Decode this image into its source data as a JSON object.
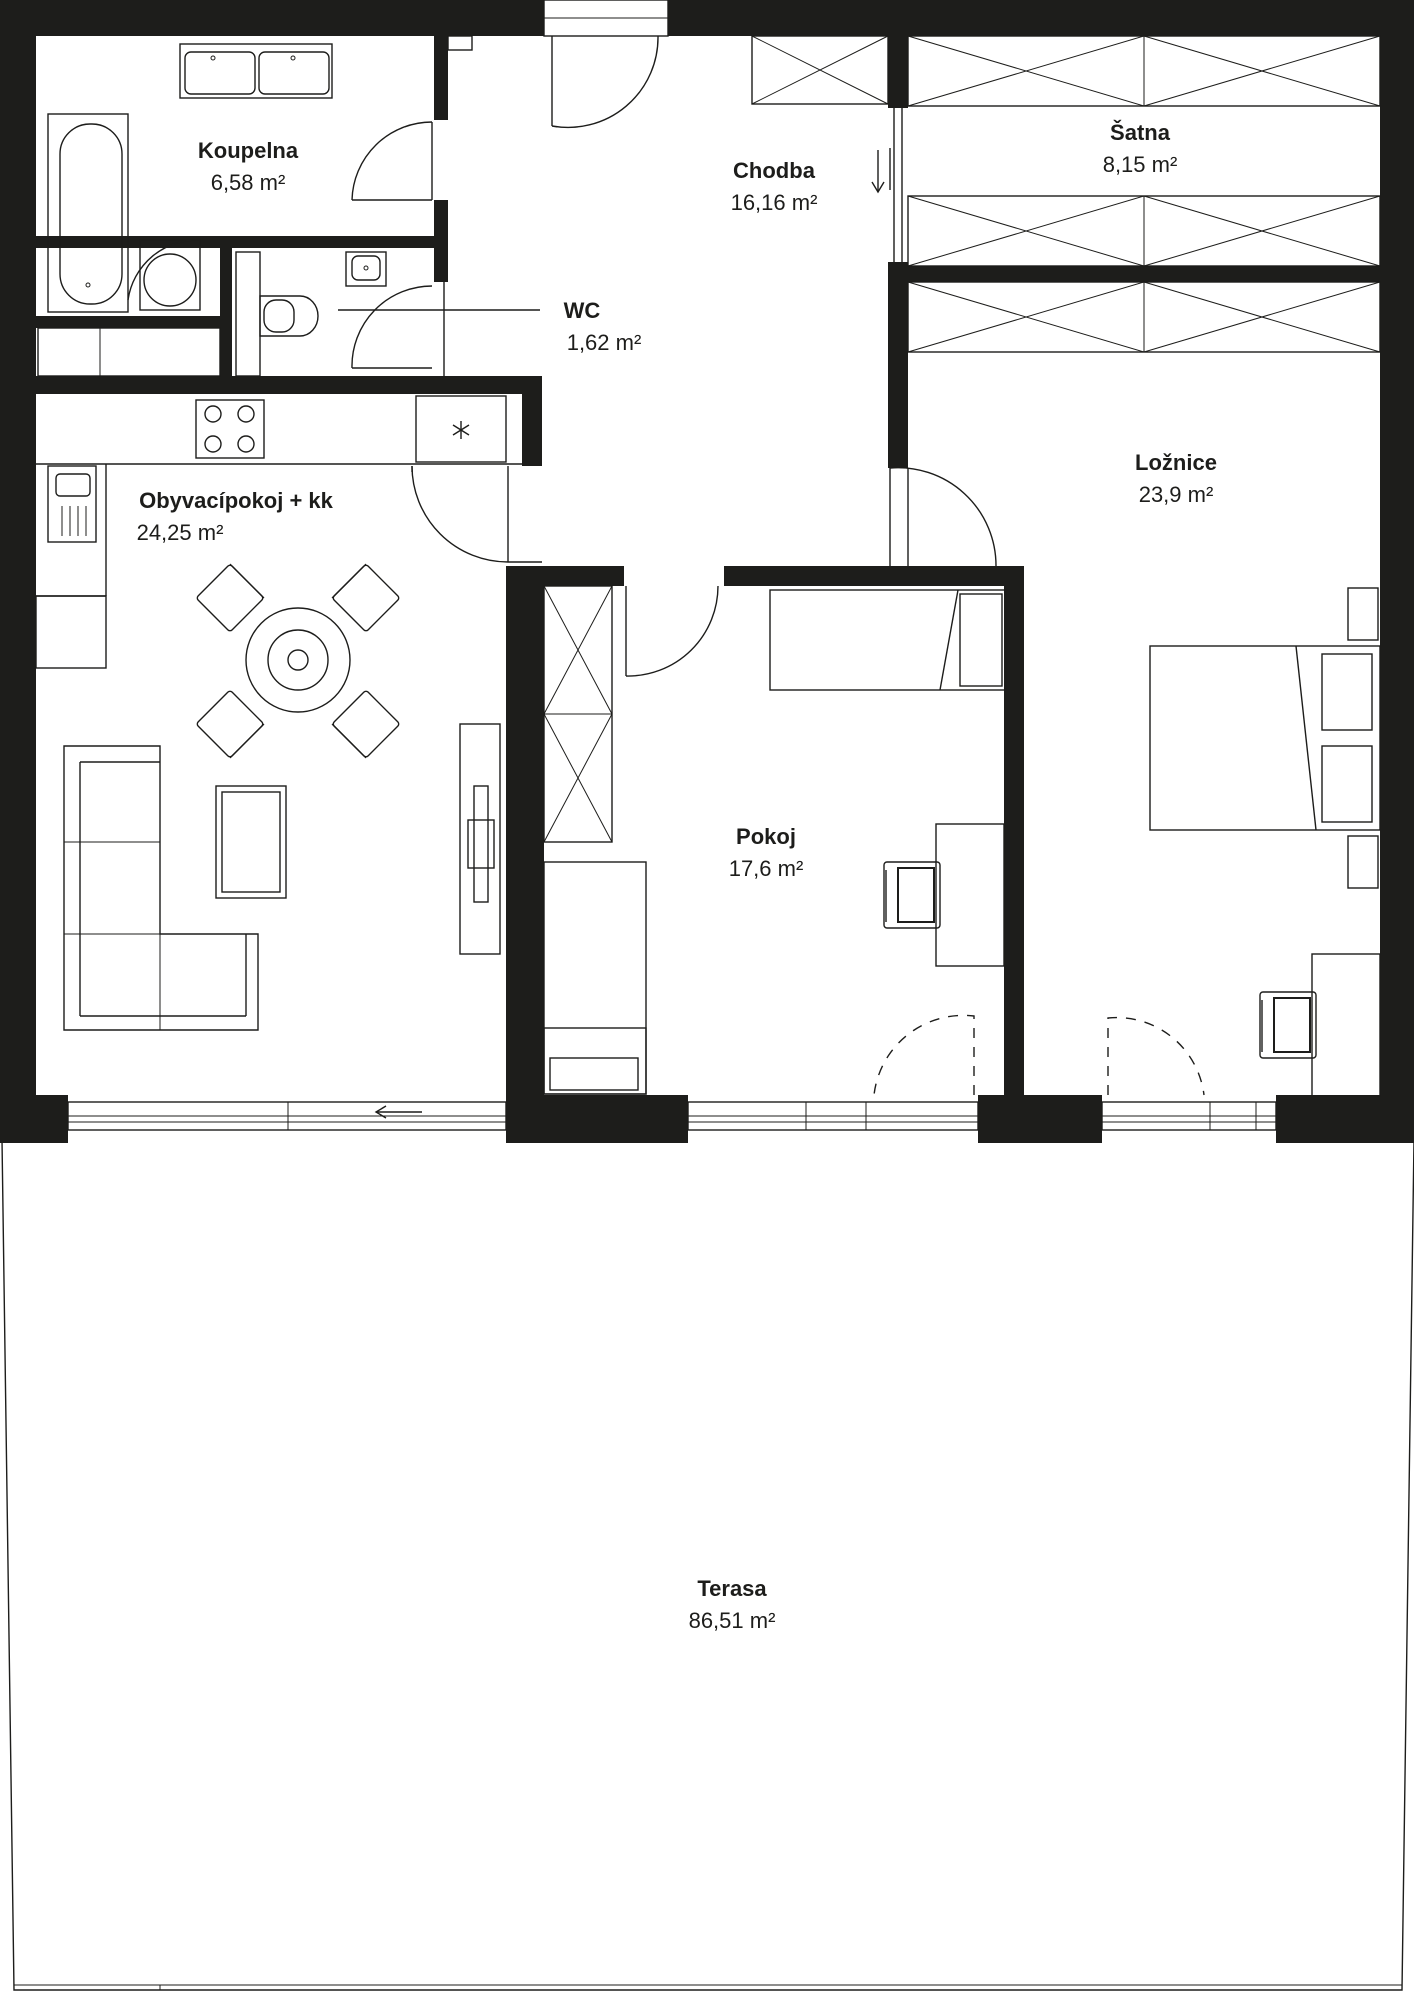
{
  "rooms": {
    "koupelna": {
      "name": "Koupelna",
      "area": "6,58 m²"
    },
    "chodba": {
      "name": "Chodba",
      "area": "16,16 m²"
    },
    "satna": {
      "name": "Šatna",
      "area": "8,15 m²"
    },
    "wc": {
      "name": "WC",
      "area": "1,62 m²"
    },
    "loznice": {
      "name": "Ložnice",
      "area": "23,9 m²"
    },
    "obyvaci": {
      "name": "Obyvacípokoj + kk",
      "area": "24,25 m²"
    },
    "pokoj": {
      "name": "Pokoj",
      "area": "17,6 m²"
    },
    "terasa": {
      "name": "Terasa",
      "area": "86,51 m²"
    }
  },
  "colors": {
    "wall": "#1d1d1b",
    "background": "#ffffff"
  },
  "icons": {
    "fridge_symbol": "asterisk-icon",
    "sliding_arrow": "arrow-left-icon"
  }
}
